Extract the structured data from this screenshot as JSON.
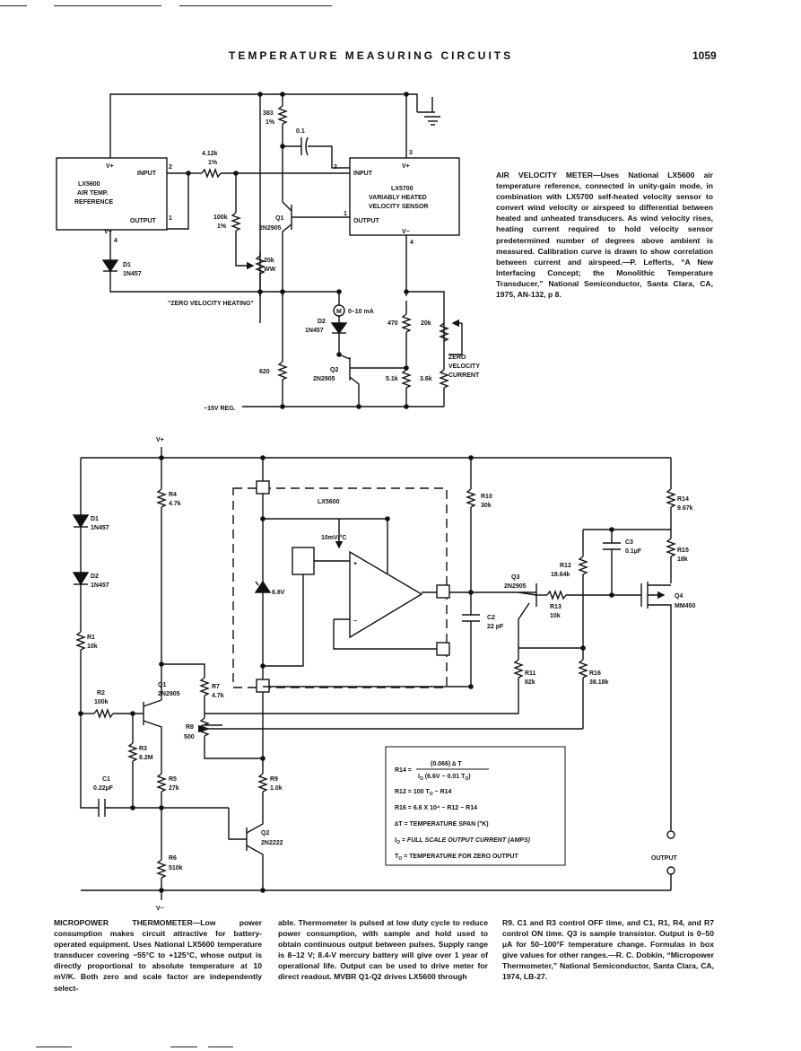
{
  "header": {
    "title": "TEMPERATURE MEASURING CIRCUITS",
    "page_number": "1059"
  },
  "figure1": {
    "caption_title": "AIR VELOCITY METER—",
    "caption_body": "Uses National LX5600 air temperature reference, connected in unity-gain mode, in combination with LX5700 self-heated velocity sensor to convert wind velocity or airspeed to differential between heated and unheated transducers. As wind velocity rises, heating current required to hold velocity sensor predetermined number of degrees above ambient is measured. Calibration curve is drawn to show correlation between current and airspeed.—P. Lefferts, “A New Interfacing Concept; the Monolithic Temperature Transducer,” National Semiconductor, Santa Clara, CA, 1975, AN-132, p 8.",
    "labels": {
      "lx5600": "LX5600",
      "air_temp": "AIR TEMP.",
      "reference": "REFERENCE",
      "input": "INPUT",
      "output": "OUTPUT",
      "vplus": "V+",
      "vminus": "V−",
      "pin2": "2",
      "pin1": "1",
      "pin4": "4",
      "pin3": "3",
      "lx5700": "LX5700",
      "variably_heated": "VARIABLY HEATED",
      "velocity_sensor": "VELOCITY SENSOR",
      "r_383": "383",
      "r_383_tol": "1%",
      "c_01": "0.1",
      "r_412k": "4.12k",
      "r_412k_tol": "1%",
      "r_100k": "100k",
      "r_100k_tol": "1%",
      "q1": "Q1",
      "q1_type": "2N2905",
      "r_20k_ww": "20k",
      "ww": "WW",
      "d1": "D1",
      "d1_type": "1N457",
      "zero_velocity_heating": "\"ZERO VELOCITY HEATING\"",
      "meter_m": "M",
      "meter_range": "0–10 mA",
      "d2": "D2",
      "d2_type": "1N457",
      "r_470": "470",
      "r_20k": "20k",
      "zero": "ZERO",
      "velocity": "VELOCITY",
      "current": "CURRENT",
      "r_620": "620",
      "q2": "Q2",
      "q2_type": "2N2905",
      "r_51k": "5.1k",
      "r_36k": "3.6k",
      "neg15v": "−15V REG."
    }
  },
  "figure2": {
    "caption_title": "MICROPOWER THERMOMETER—",
    "caption_col1": "Low power consumption makes circuit attractive for battery-operated equipment. Uses National LX5600 temperature transducer covering −55°C to +125°C, whose output is directly proportional to absolute temperature at 10 mV/K. Both zero and scale factor are independently select-",
    "caption_col2": "able. Thermometer is pulsed at low duty cycle to reduce power consumption, with sample and hold used to obtain continuous output between pulses. Supply range is 8–12 V; 8.4-V mercury battery will give over 1 year of operational life. Output can be used to drive meter for direct readout. MVBR Q1-Q2 drives LX5600 through",
    "caption_col3": "R9. C1 and R3 control OFF time, and C1, R1, R4, and R7 control ON time. Q3 is sample transistor. Output is 0–50 µA for 50–100°F temperature change. Formulas in box give values for other ranges.—R. C. Dobkin, “Micropower Thermometer,” National Semiconductor, Santa Clara, CA, 1974, LB-27.",
    "labels": {
      "vplus": "V+",
      "vminus": "V−",
      "d1": "D1",
      "d1_type": "1N457",
      "d2": "D2",
      "d2_type": "1N457",
      "r1": "R1",
      "r1_val": "10k",
      "r2": "R2",
      "r2_val": "100k",
      "r3": "R3",
      "r3_val": "8.2M",
      "c1": "C1",
      "c1_val": "0.22µF",
      "r4": "R4",
      "r4_val": "4.7k",
      "q1": "Q1",
      "q1_type": "2N2905",
      "r5": "R5",
      "r5_val": "27k",
      "r6": "R6",
      "r6_val": "510k",
      "r7": "R7",
      "r7_val": "4.7k",
      "r8": "R8",
      "r8_val": "500",
      "r9": "R9",
      "r9_val": "1.0k",
      "q2": "Q2",
      "q2_type": "2N2222",
      "lx5600": "LX5600",
      "tempco": "10mV/°C",
      "zener": "6.8V",
      "plus": "+",
      "minus": "−",
      "c2": "C2",
      "c2_val": "22 pF",
      "r10": "R10",
      "r10_val": "30k",
      "q3": "Q3",
      "q3_type": "2N2905",
      "r11": "R11",
      "r11_val": "82k",
      "r12": "R12",
      "r12_val": "18.64k",
      "r13": "R13",
      "r13_val": "10k",
      "c3": "C3",
      "c3_val": "0.1µF",
      "r14": "R14",
      "r14_val": "9.67k",
      "r15": "R15",
      "r15_val": "18k",
      "q4": "Q4",
      "q4_type": "MM450",
      "r16": "R16",
      "r16_val": "38.18k",
      "output": "OUTPUT"
    },
    "formula_box": {
      "r14_lhs": "R14 =",
      "r14_num": "(0.066) ∆ T",
      "r14_den": "I",
      "r14_den_sub": "O",
      "r14_den_rest": " (6.6V − 0.01 T",
      "r14_den_sub2": "O",
      "r14_den_end": ")",
      "r12": "R12 = 100 T",
      "r12_sub": "O",
      "r12_end": " − R14",
      "r16": "R16 = 6.6 X 10⁴ − R12 − R14",
      "def1": "∆T = TEMPERATURE SPAN (°K)",
      "def2": "I",
      "def2_sub": "O",
      "def2_end": " = FULL SCALE OUTPUT CURRENT (AMPS)",
      "def3": "T",
      "def3_sub": "O",
      "def3_end": " = TEMPERATURE FOR ZERO OUTPUT"
    }
  }
}
